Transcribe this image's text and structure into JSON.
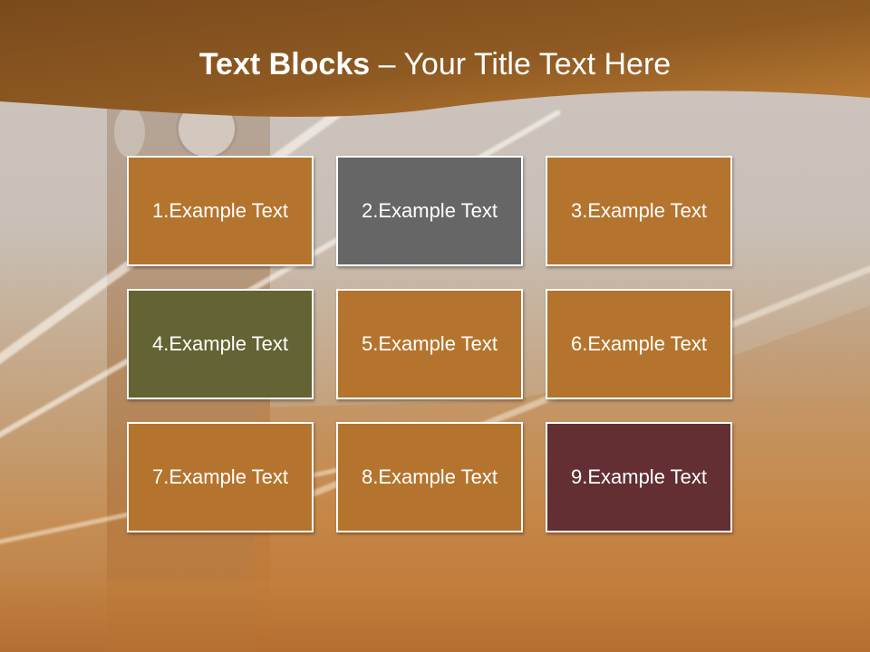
{
  "title": {
    "bold": "Text Blocks",
    "separator": "–",
    "rest": "Your Title Text Here"
  },
  "colors": {
    "header": "#8a561f",
    "header_light": "#b87a34"
  },
  "blocks": [
    {
      "label": "1.Example Text",
      "color": "#b5742d"
    },
    {
      "label": "2.Example Text",
      "color": "#666666"
    },
    {
      "label": "3.Example Text",
      "color": "#b5742d"
    },
    {
      "label": "4.Example Text",
      "color": "#636333"
    },
    {
      "label": "5.Example Text",
      "color": "#b5742d"
    },
    {
      "label": "6.Example Text",
      "color": "#b5742d"
    },
    {
      "label": "7.Example Text",
      "color": "#b5742d"
    },
    {
      "label": "8.Example Text",
      "color": "#b5742d"
    },
    {
      "label": "9.Example Text",
      "color": "#632f32"
    }
  ]
}
